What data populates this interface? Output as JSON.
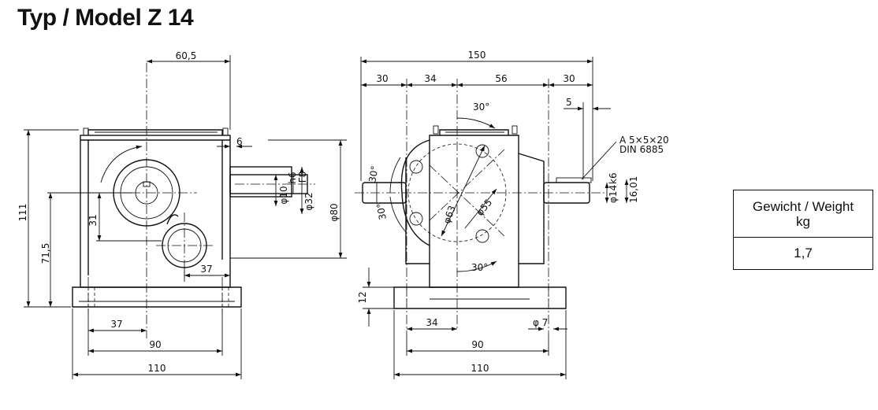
{
  "title": "Typ / Model Z 14",
  "weight_table": {
    "header_line1": "Gewicht / Weight",
    "header_line2": "kg",
    "value": "1,7"
  },
  "dimensions": {
    "side": {
      "d60_5": "60,5",
      "d6": "6",
      "d111": "111",
      "d71_5": "71,5",
      "d31": "31",
      "d37_top": "37",
      "d37_bottom": "37",
      "d90": "90",
      "d110": "110",
      "phi10": "φ10",
      "h6": "h6",
      "phi32": "φ32",
      "f8": "F8",
      "phi80": "φ80"
    },
    "front": {
      "d150": "150",
      "d30a": "30",
      "d34": "34",
      "d56": "56",
      "d30b": "30",
      "d5": "5",
      "angle_top": "30°",
      "angle_left": "30°",
      "angle_leftb": "30°",
      "angle_bottom": "30°",
      "phi63": "φ63",
      "phi55": "φ55",
      "key_line1": "A 5×5×20",
      "key_line2": "DIN 6885",
      "phi14": "φ14",
      "k6": "k6",
      "d16": "16,01",
      "d12": "12",
      "d34b": "34",
      "phi7": "φ 7",
      "d90": "90",
      "d110": "110"
    }
  }
}
